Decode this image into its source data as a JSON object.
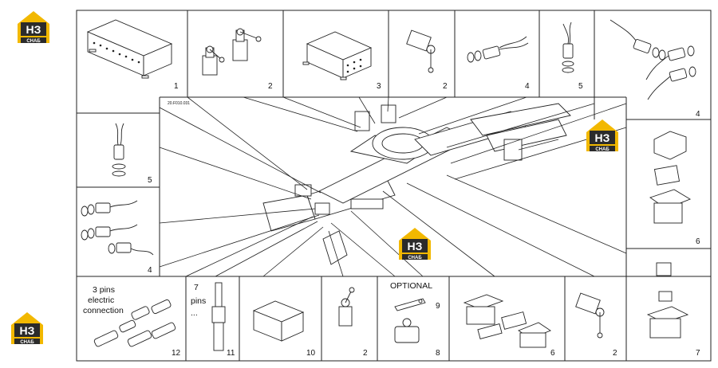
{
  "drawing_ref": "20.F010.031",
  "logo": {
    "mark": "НЗ",
    "sub": "СНАБ",
    "accent": "#f2b800",
    "dark": "#2b2b2b"
  },
  "cells": [
    {
      "id": "c1",
      "num": "1"
    },
    {
      "id": "c2",
      "num": "2"
    },
    {
      "id": "c3",
      "num": "3"
    },
    {
      "id": "c4",
      "num": "2"
    },
    {
      "id": "c5",
      "num": "4"
    },
    {
      "id": "c6",
      "num": "5"
    },
    {
      "id": "c7",
      "num": "4"
    },
    {
      "id": "c8",
      "num": "5"
    },
    {
      "id": "c9",
      "num": "4"
    },
    {
      "id": "c10",
      "num": "6"
    },
    {
      "id": "c11",
      "num": "7"
    },
    {
      "id": "c12",
      "num": "12"
    },
    {
      "id": "c13",
      "num": "11"
    },
    {
      "id": "c14",
      "num": "10"
    },
    {
      "id": "c15",
      "num": "2"
    },
    {
      "id": "c16a",
      "num": "9"
    },
    {
      "id": "c16b",
      "num": "8"
    },
    {
      "id": "c17",
      "num": "6"
    },
    {
      "id": "c18",
      "num": "2"
    }
  ],
  "texts": {
    "pins3_line1": "3 pins",
    "pins3_line2": "electric",
    "pins3_line3": "connection",
    "pins7_line1": "7",
    "pins7_line2": "pins",
    "pins7_line3": "...",
    "optional": "OPTIONAL"
  }
}
